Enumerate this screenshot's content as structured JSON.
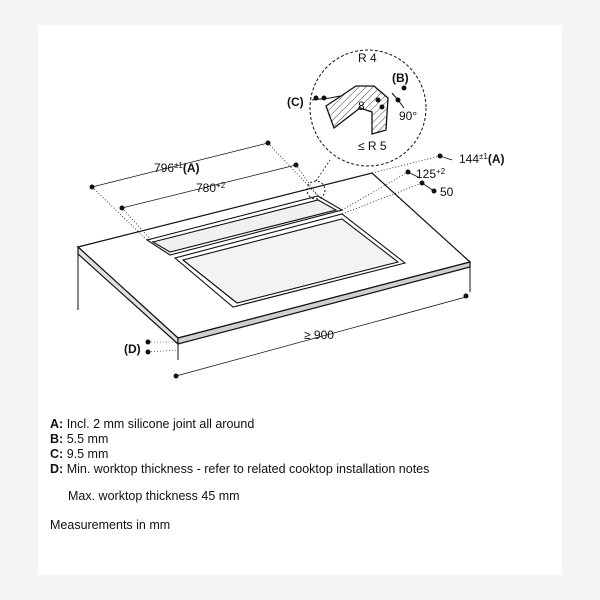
{
  "drawing": {
    "dims": {
      "width_outer": {
        "value": "796",
        "tol": "±1",
        "ref": "(A)"
      },
      "width_inner": {
        "value": "780",
        "tol": "+2"
      },
      "depth_outer": {
        "value": "144",
        "tol": "±1",
        "ref": "(A)"
      },
      "depth_inner": {
        "value": "125",
        "tol": "+2"
      },
      "edge": "50",
      "min_depth": "≥ 900",
      "thickness_ref": "(D)"
    },
    "detail": {
      "radius_top": "R 4",
      "radius_bottom": "≤ R 5",
      "depth": "8",
      "angle": "90°",
      "ref_b": "(B)",
      "ref_c": "(C)"
    }
  },
  "legend": [
    {
      "key": "A:",
      "text": "Incl. 2 mm silicone joint all around"
    },
    {
      "key": "B:",
      "text": "5.5 mm"
    },
    {
      "key": "C:",
      "text": "9.5 mm"
    },
    {
      "key": "D:",
      "text": "Min. worktop thickness - refer to related cooktop installation notes"
    }
  ],
  "note": "Max. worktop thickness 45 mm",
  "units": "Measurements in mm"
}
